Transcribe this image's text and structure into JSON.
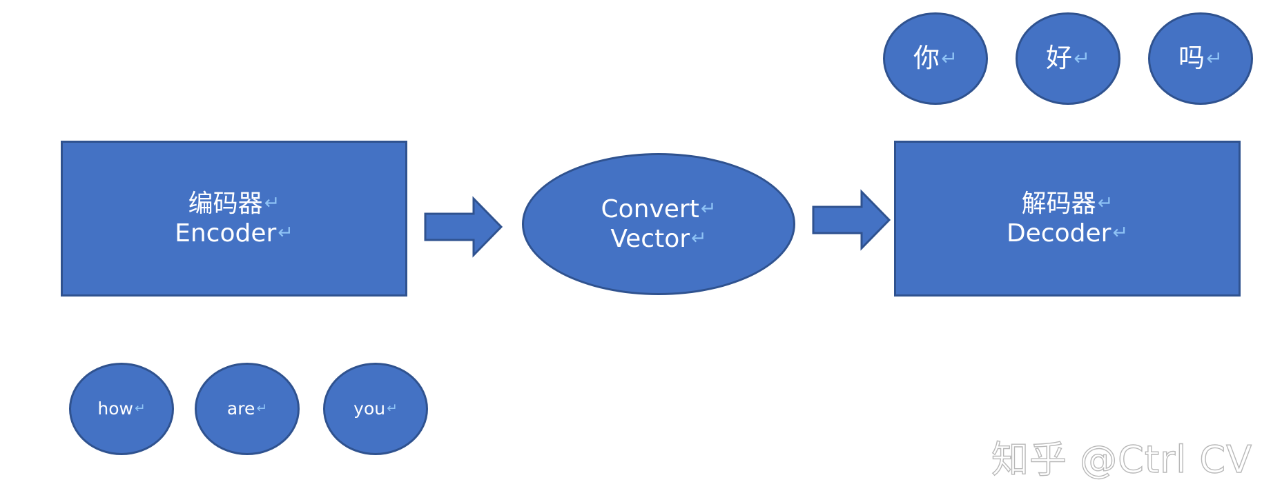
{
  "colors": {
    "fill": "#4472c4",
    "stroke": "#2f528f",
    "text": "#ffffff",
    "paragraph_mark": "#8fc3f5"
  },
  "paragraph_mark": "↵",
  "encoder": {
    "line1": "编码器",
    "line2": "Encoder"
  },
  "vector": {
    "line1": "Convert",
    "line2": "Vector"
  },
  "decoder": {
    "line1": "解码器",
    "line2": "Decoder"
  },
  "input_tokens": [
    "how",
    "are",
    "you"
  ],
  "output_tokens": [
    "你",
    "好",
    "吗"
  ],
  "watermark": "知乎 @Ctrl CV"
}
